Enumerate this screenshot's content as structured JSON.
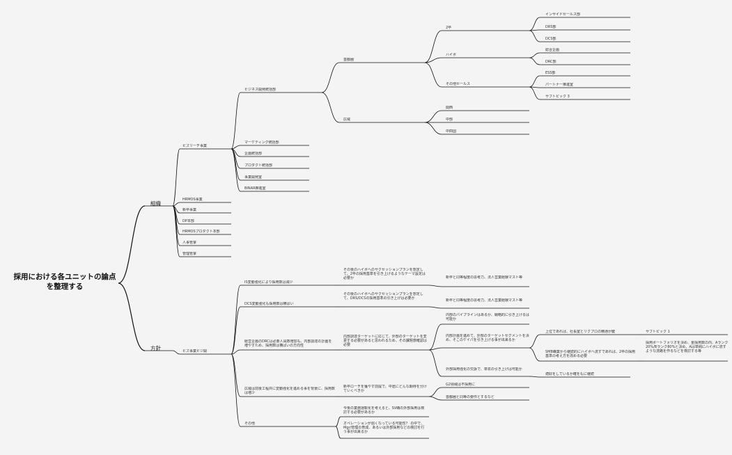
{
  "root": "採用における各ユニットの論点を整理する",
  "level1": {
    "org": "組織",
    "policy": "方針"
  },
  "org": {
    "bizreach": "ビズリーチ事業",
    "bizdev": "ビジネス開発統括部",
    "first": "首都圏",
    "cat2": "2卒",
    "inside": "インサイドセールス部",
    "drs": "DRS部",
    "dcs": "DCS部",
    "high": "ハイボ",
    "sougou": "総合企画",
    "drc": "DRC部",
    "other_sales": "その他セールス",
    "ess": "ESS部",
    "partner": "パートナー推進室",
    "subtopic3": "サブトピック 3",
    "kouiki": "広域",
    "kansai": "関西",
    "chubu": "中部",
    "chushikoku": "中四国",
    "marketing": "マーケティング統括部",
    "kikaku": "企画統括部",
    "product": "プロダクト統括部",
    "jigyo_kaihatsu": "事業開発室",
    "binar": "BINAR推進室",
    "hrmos": "HRMOS事業",
    "shinki": "新卒事業",
    "dp": "DP本部",
    "hrmos_product": "HRMOSプロダクト本部",
    "jinji": "人事管掌",
    "keiei": "管理管掌"
  },
  "policy": {
    "bizdev_short": "ビズ事業ビジ開",
    "is_change": "IS変動強化により採用数は減少",
    "is_succession": "その後のハイボへのサクセッションプランを想定して、2卒の採用基準を引き上げるようなテーマ設定は必要か",
    "is_note": "新卒と同等程度の思考力、法人営業経験マスト等",
    "dcs_change": "DCS変動強化も採用数は横ばい",
    "dcs_succession": "その後のハイボへのサクセッションプランを想定して、DRS/DCSの採用基準の引き上げは必要か",
    "dcs_note": "新卒と同等程度の思考力、法人営業経験マスト等",
    "keiei_kikaku": "経営企画のDRCは必要人員数増加も、内部調達の計画を増やすため、採用数は横ばいの方向性",
    "naibu_target": "内部調達ターゲットに応じて、外部のターゲットを変更する必要があると思われるため、その課題感確認は必要",
    "naibu_pipeline": "内部のパイプラインはあるか、戦略的に引き上げるは可能か",
    "naibu_plan": "内部計画を進めて、外部のターゲットセグメントを決め、そこのケイパを引き上げる事が出来るか",
    "jouikai": "上位であれば、社長室とリクプロの精通が鍵",
    "subtopic1": "サブトピック 1",
    "smb": "SMB職業から継続的にハイボへ流すであれば、2卒の採用基準の考え方を改める必要",
    "saiyou_port": "採用ポートフォリオを決め、金採用数の内、Aランク20%/Bランク80%と決め、Aは単純にハイボに流すような流路を作るなどを検討する等",
    "gaibu_saiyou": "外部採用強化の交訴で、単収の引き上げは可能か",
    "saiyou_teki": "適好をしているか確をもに継続",
    "kouiki_policy": "広域は前後工程共に変動強化を進める事を背景に、採用数は増少",
    "shinnin": "新卒ローチを獲やす前提で、中途にどんな期待を分けていくべきか",
    "g2": "G2領域は不採用に",
    "shutoken_same": "首都圏と同等の要件とするなど",
    "sonota": "その他",
    "kongo": "今後の業務運転化を考えると、SV職の外部採用は検討する必要があるか",
    "operation": "オペレーションが弱くなっている可能性？ の中で、Mgr/管理の育成、あるいは外部採用などの検討を行う事が出来るか"
  }
}
